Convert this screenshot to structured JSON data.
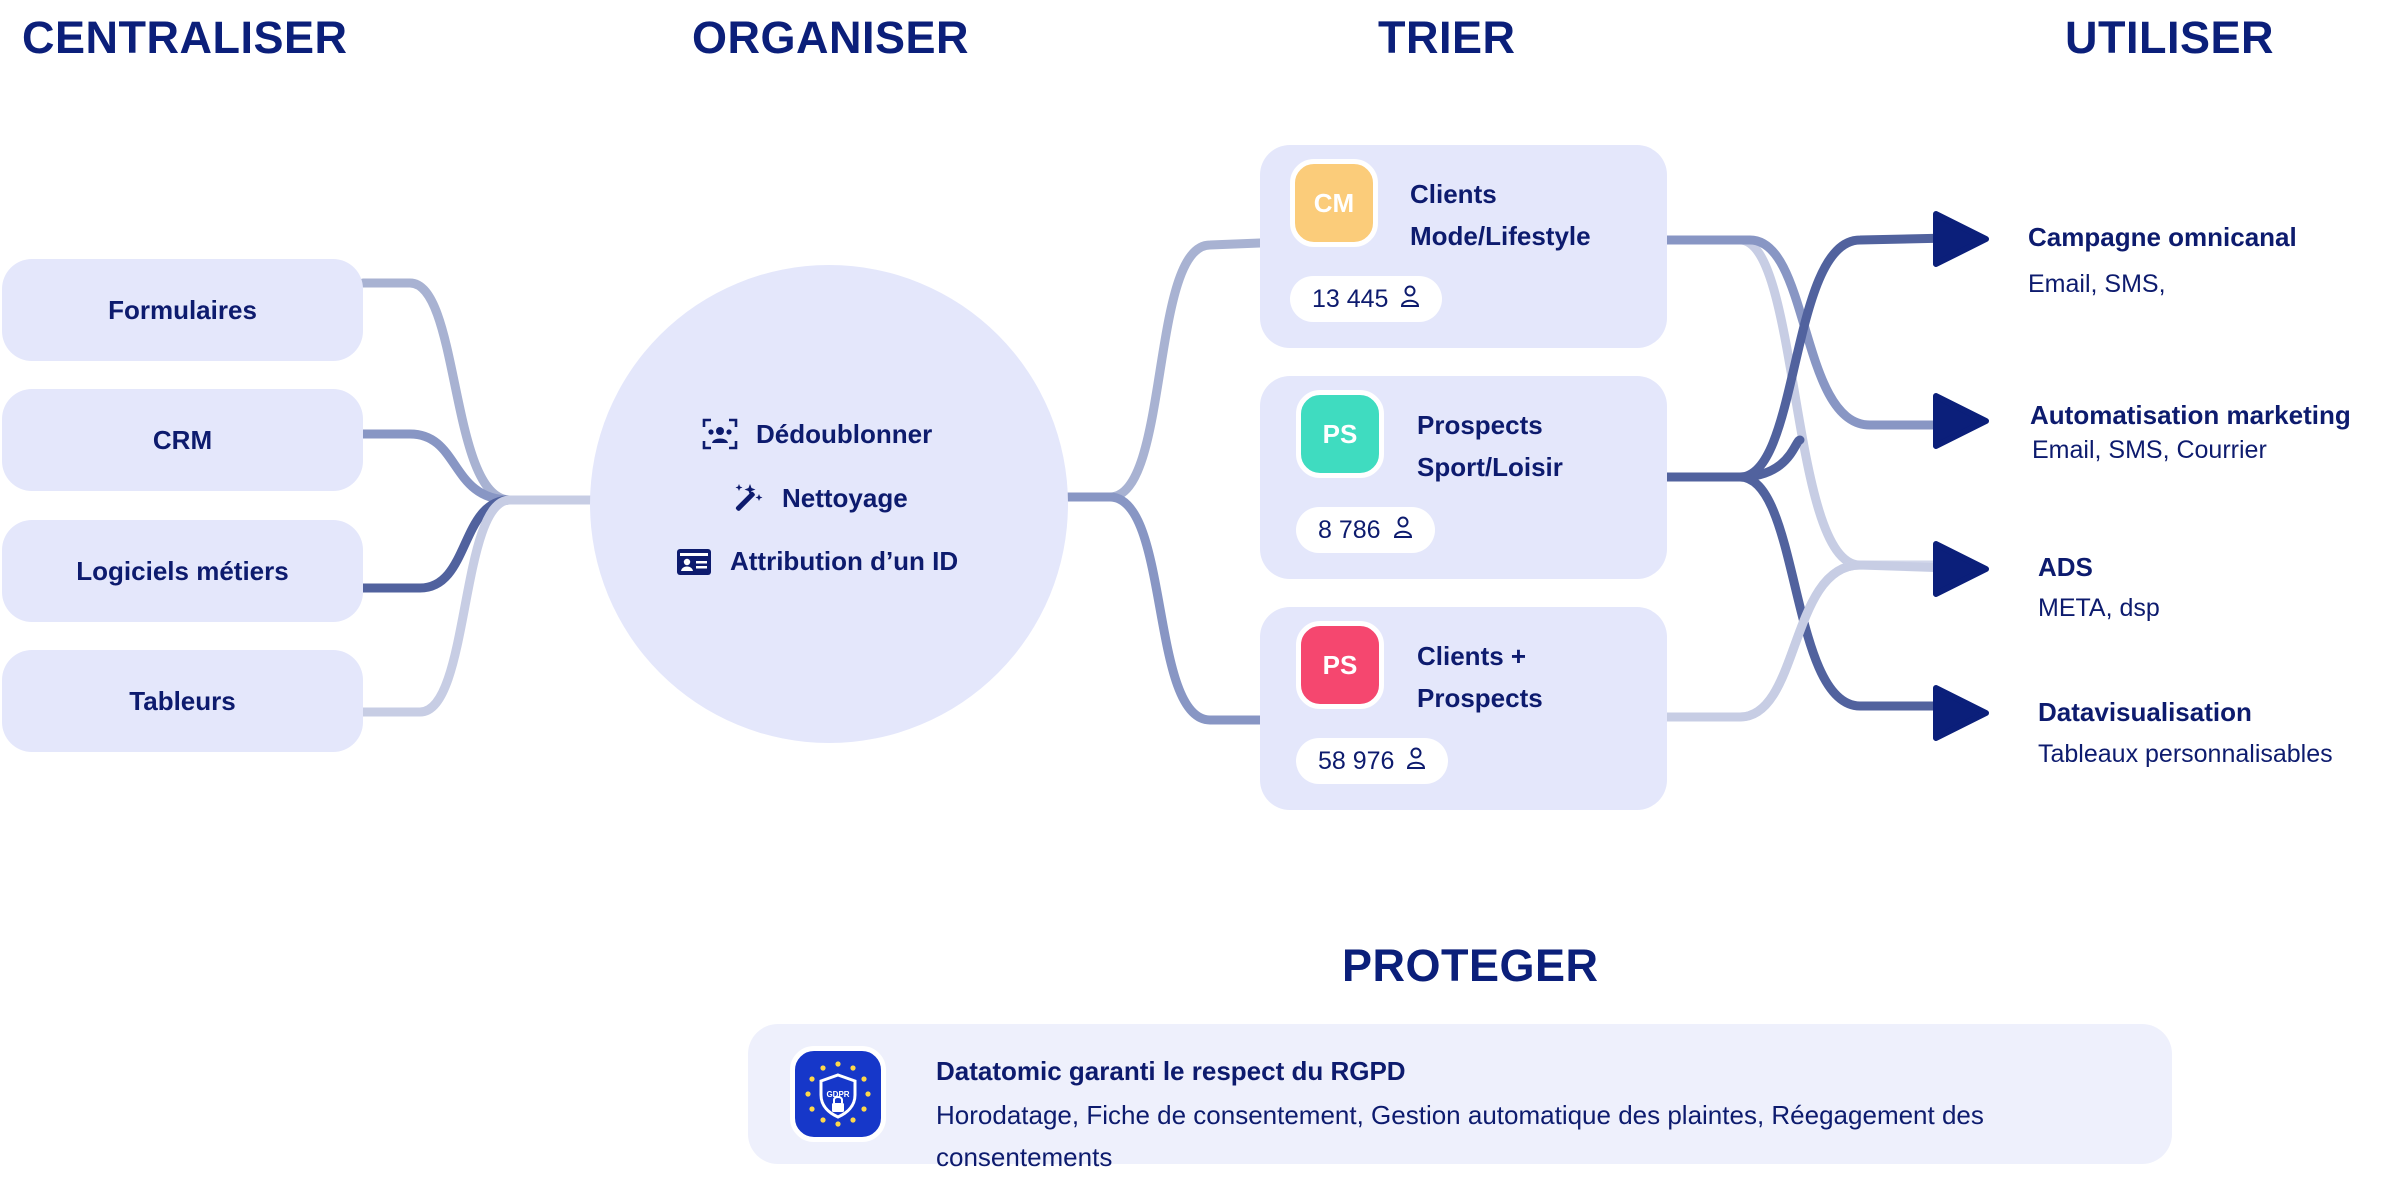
{
  "headers": {
    "centraliser": "CENTRALISER",
    "organiser": "ORGANISER",
    "trier": "TRIER",
    "utiliser": "UTILISER",
    "proteger": "PROTEGER"
  },
  "sources": [
    "Formulaires",
    "CRM",
    "Logiciels métiers",
    "Tableurs"
  ],
  "operations": [
    "Dédoublonner",
    "Nettoyage",
    "Attribution d’un ID"
  ],
  "segments": [
    {
      "badge": "CM",
      "badge_color": "#fbcc7a",
      "title_line1": "Clients",
      "title_line2": "Mode/Lifestyle",
      "count": "13 445"
    },
    {
      "badge": "PS",
      "badge_color": "#3fdcc0",
      "title_line1": "Prospects",
      "title_line2": "Sport/Loisir",
      "count": "8 786"
    },
    {
      "badge": "PS",
      "badge_color": "#f5476f",
      "title_line1": "Clients +",
      "title_line2": "Prospects",
      "count": "58 976"
    }
  ],
  "outputs": [
    {
      "title": "Campagne omnicanal",
      "subtitle": "Email, SMS,"
    },
    {
      "title": "Automatisation marketing",
      "subtitle": "Email, SMS, Courrier"
    },
    {
      "title": "ADS",
      "subtitle": "META, dsp"
    },
    {
      "title": "Datavisualisation",
      "subtitle": "Tableaux personnalisables"
    }
  ],
  "gdpr": {
    "badge_text": "GDPR",
    "title": "Datatomic garanti le respect du RGPD",
    "subtitle": "Horodatage, Fiche de consentement, Gestion automatique des plaintes, Réegagement des consentements"
  },
  "colors": {
    "navy": "#0b1f7a",
    "card_bg": "#e4e7fb",
    "gdpr_blue": "#1637c9"
  }
}
